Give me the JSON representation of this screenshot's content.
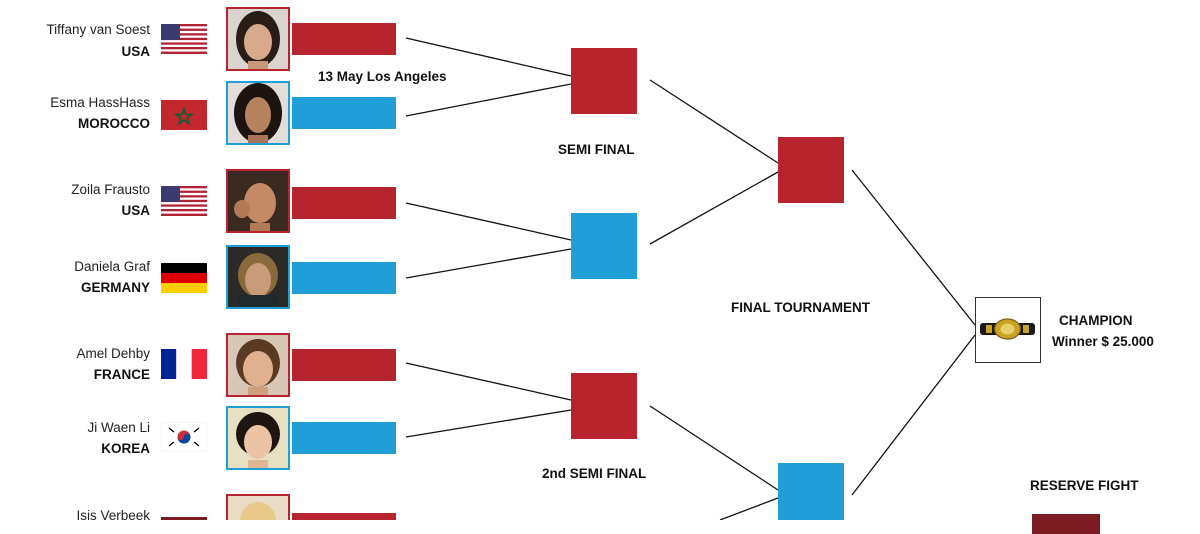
{
  "event": {
    "venue_label": "13 May Los Angeles",
    "semi_final_label": "SEMI FINAL",
    "second_semi_final_label": "2nd SEMI FINAL",
    "final_tournament_label": "FINAL TOURNAMENT",
    "champion_label": "CHAMPION",
    "prize_label": "Winner $ 25.000",
    "reserve_fight_label": "RESERVE FIGHT"
  },
  "fighters": [
    {
      "name": "Tiffany van Soest",
      "country": "USA",
      "corner": "red"
    },
    {
      "name": "Esma HassHass",
      "country": "MOROCCO",
      "corner": "blue"
    },
    {
      "name": "Zoila Frausto",
      "country": "USA",
      "corner": "red"
    },
    {
      "name": "Daniela Graf",
      "country": "GERMANY",
      "corner": "blue"
    },
    {
      "name": "Amel Dehby",
      "country": "FRANCE",
      "corner": "red"
    },
    {
      "name": "Ji Waen Li",
      "country": "KOREA",
      "corner": "blue"
    },
    {
      "name": "Isis Verbeek",
      "country": "",
      "corner": "red"
    }
  ],
  "colors": {
    "red": "#b8242e",
    "blue": "#1f9ed8"
  },
  "icons": {
    "champion": "championship-belt-icon"
  }
}
